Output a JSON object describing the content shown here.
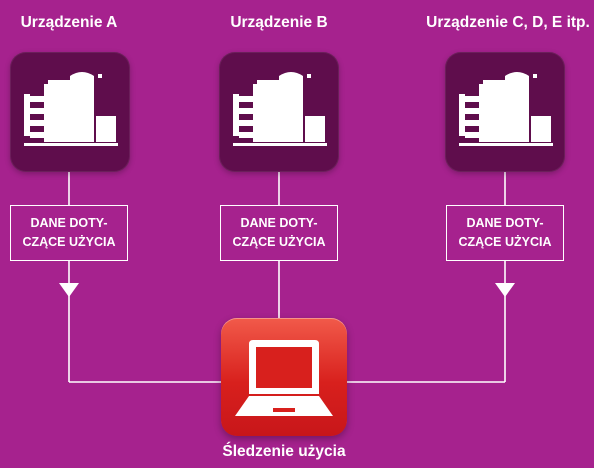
{
  "colors": {
    "background": "#a6228e",
    "device_tile": "#5f0d4c",
    "tracker_tile": "#d8201d",
    "line": "#ffffff"
  },
  "devices": [
    {
      "title": "Urządzenie A",
      "icon": "printer-icon",
      "label_line1": "DANE DOTY-",
      "label_line2": "CZĄCE UŻYCIA"
    },
    {
      "title": "Urządzenie B",
      "icon": "printer-icon",
      "label_line1": "DANE DOTY-",
      "label_line2": "CZĄCE UŻYCIA"
    },
    {
      "title": "Urządzenie C, D, E itp.",
      "icon": "printer-icon",
      "label_line1": "DANE DOTY-",
      "label_line2": "CZĄCE UŻYCIA"
    }
  ],
  "tracker": {
    "title": "Śledzenie użycia",
    "icon": "laptop-icon"
  }
}
